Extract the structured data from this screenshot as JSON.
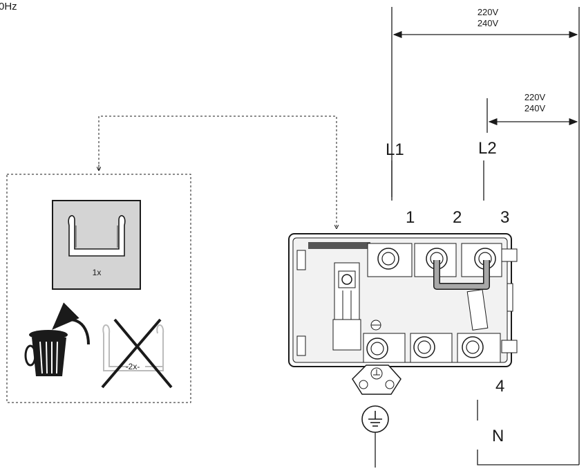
{
  "frequency_label": "0Hz",
  "voltage_top": {
    "line1": "220V",
    "line2": "240V"
  },
  "voltage_right": {
    "line1": "220V",
    "line2": "240V"
  },
  "phase_labels": {
    "l1": "L1",
    "l2": "L2",
    "n": "N"
  },
  "terminal_numbers": {
    "t1": "1",
    "t2": "2",
    "t3": "3",
    "t4": "4"
  },
  "bridge_count": "1x",
  "discard_count": "-2x-",
  "icons": [
    "bridge-link-icon",
    "trash-can-icon",
    "curved-arrow-icon",
    "crossed-out-links-icon",
    "ground-symbol-icon",
    "ground-terminal-icon"
  ]
}
